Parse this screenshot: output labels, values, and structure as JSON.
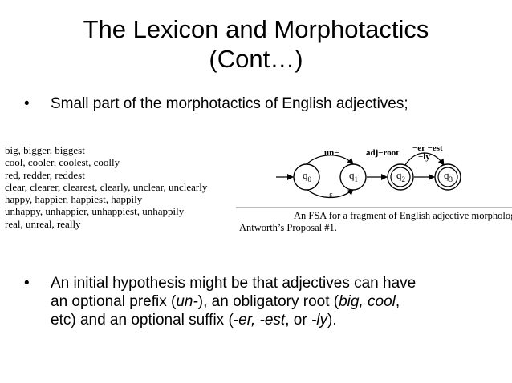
{
  "title": {
    "line1": "The Lexicon and Morphotactics",
    "line2": "(Cont…)"
  },
  "bullet1": {
    "marker": "•",
    "text": "Small part of the morphotactics of English adjectives;"
  },
  "words": [
    "big, bigger, biggest",
    "cool, cooler, coolest, coolly",
    "red, redder, reddest",
    "clear, clearer, clearest, clearly, unclear, unclearly",
    "happy, happier, happiest, happily",
    "unhappy, unhappier, unhappiest, unhappily",
    "real, unreal, really"
  ],
  "fsa": {
    "states": [
      {
        "label": "q",
        "sub": "0",
        "final": false
      },
      {
        "label": "q",
        "sub": "1",
        "final": false
      },
      {
        "label": "q",
        "sub": "2",
        "final": true
      },
      {
        "label": "q",
        "sub": "3",
        "final": true
      }
    ],
    "edges": {
      "un": "un−",
      "adj_root": "adj−root",
      "er": "−er  −est",
      "ly": "−ly",
      "epsilon": "ε"
    },
    "caption1": "An FSA for a fragment of English adjective morphology:",
    "caption2": "Antworth’s Proposal #1."
  },
  "bullet2": {
    "marker": "•",
    "lines": [
      "An initial hypothesis might be that adjectives can have",
      "an optional prefix (",
      "un-",
      "), an obligatory root (",
      "big, cool",
      ",",
      "etc) and an optional suffix (",
      "-er, -est",
      ", or ",
      "-ly",
      ")."
    ]
  }
}
